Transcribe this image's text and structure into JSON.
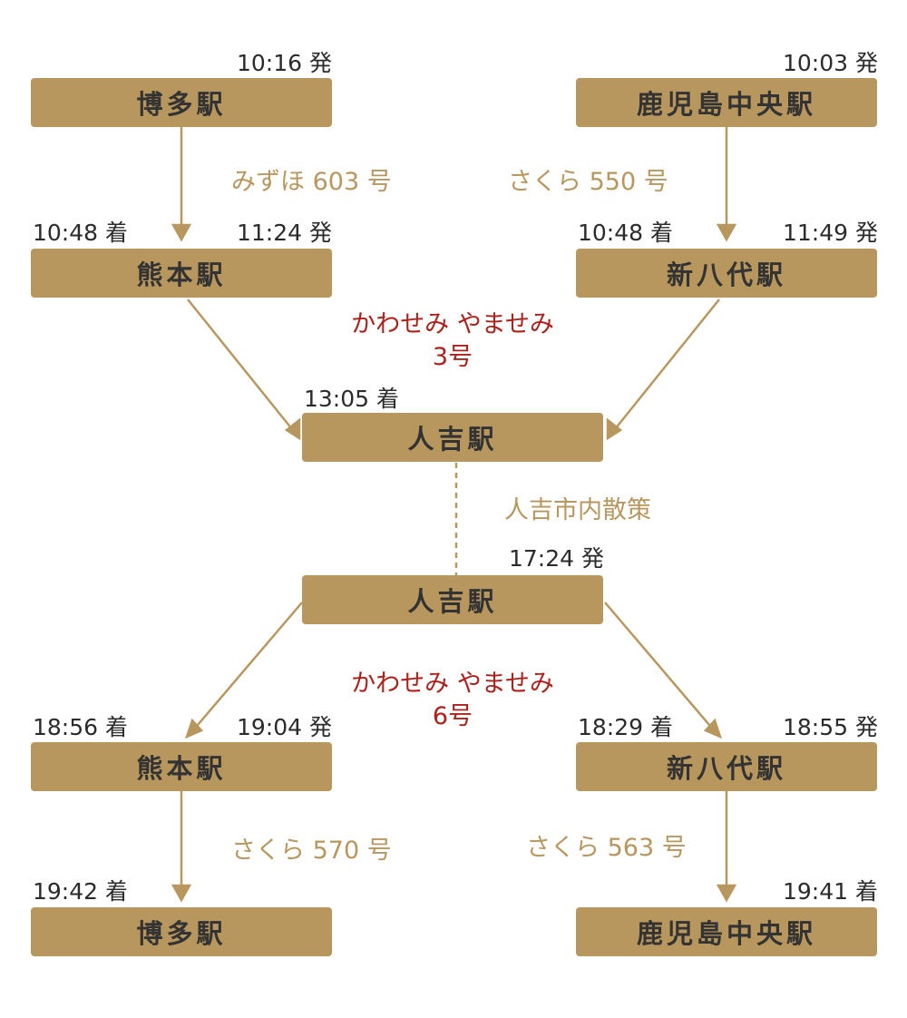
{
  "stations": {
    "hakata_1": "博多駅",
    "kagoshima_1": "鹿児島中央駅",
    "kumamoto_1": "熊本駅",
    "shinyatsushiro_1": "新八代駅",
    "hitoyoshi_1": "人吉駅",
    "hitoyoshi_2": "人吉駅",
    "kumamoto_2": "熊本駅",
    "shinyatsushiro_2": "新八代駅",
    "hakata_2": "博多駅",
    "kagoshima_2": "鹿児島中央駅"
  },
  "times": {
    "hakata_dep": "10:16 発",
    "kagoshima_dep": "10:03 発",
    "kumamoto_arr": "10:48 着",
    "kumamoto_dep": "11:24 発",
    "shinyatsushiro_arr": "10:48 着",
    "shinyatsushiro_dep": "11:49 発",
    "hitoyoshi_arr": "13:05 着",
    "hitoyoshi_dep": "17:24 発",
    "kumamoto2_arr": "18:56 着",
    "kumamoto2_dep": "19:04 発",
    "shinyatsushiro2_arr": "18:29 着",
    "shinyatsushiro2_dep": "18:55 発",
    "hakata_arr": "19:42 着",
    "kagoshima_arr": "19:41 着"
  },
  "trains": {
    "mizuho": "みずほ 603 号",
    "sakura550": "さくら 550 号",
    "kawasemi_out_line1": "かわせみ やませみ",
    "kawasemi_out_line2": "3号",
    "walk": "人吉市内散策",
    "kawasemi_ret_line1": "かわせみ やませみ",
    "kawasemi_ret_line2": "6号",
    "sakura570": "さくら 570 号",
    "sakura563": "さくら 563 号"
  },
  "colors": {
    "box": "#b8975e",
    "text": "#333333",
    "accent": "#b0201a"
  }
}
